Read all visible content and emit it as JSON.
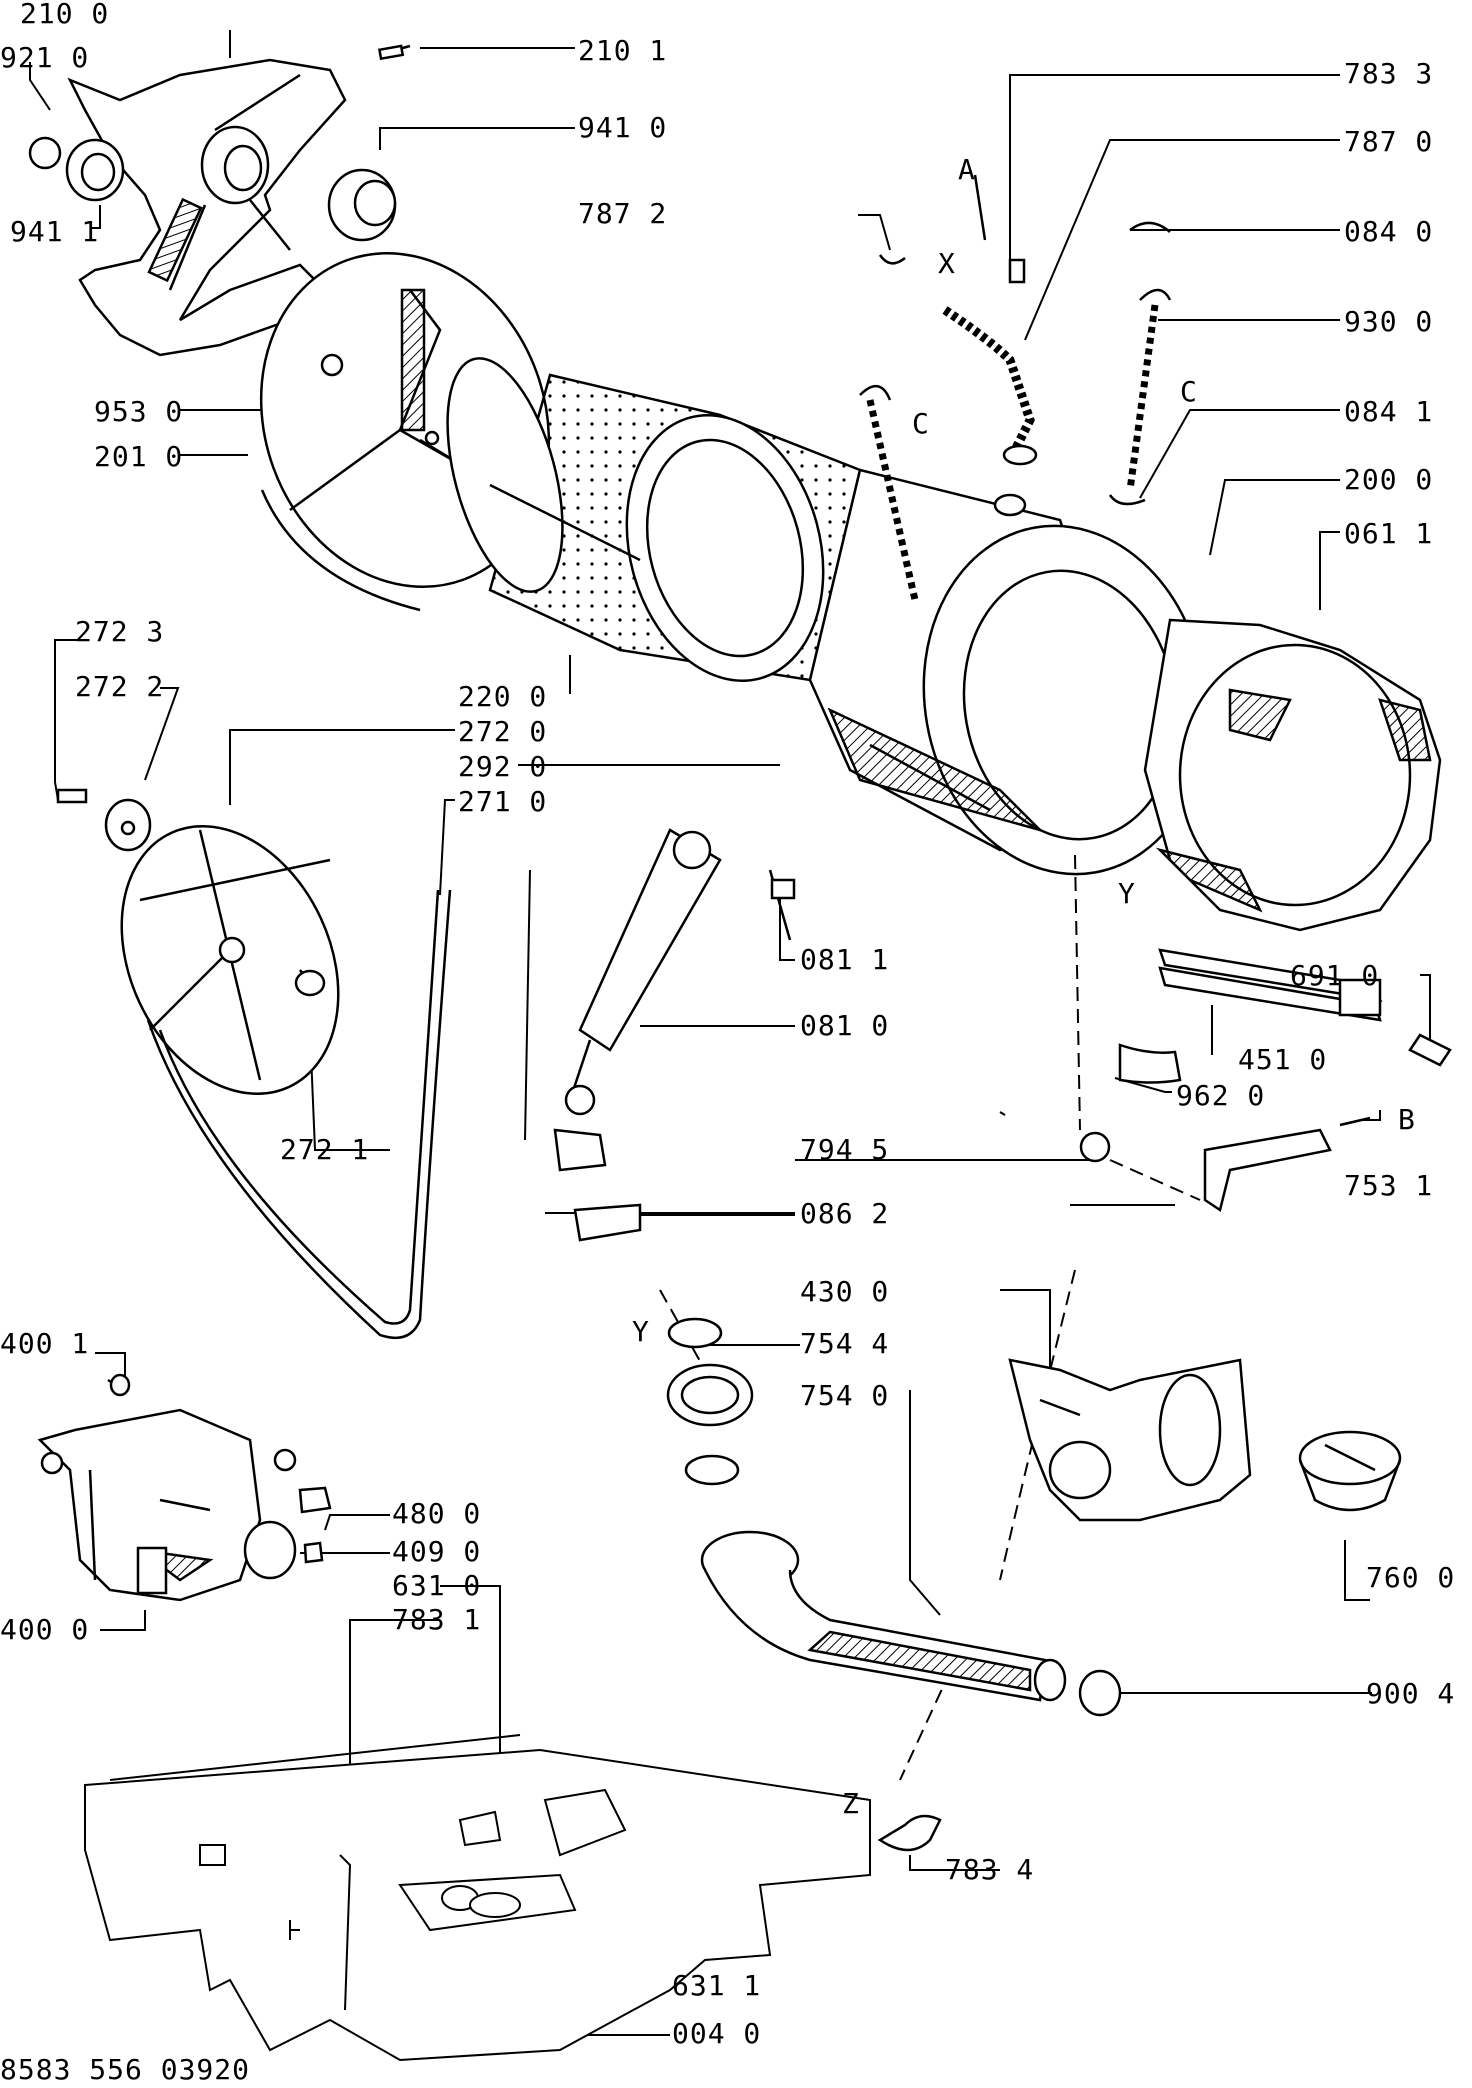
{
  "diagram": {
    "drawing_number": "8583 556 03920",
    "callouts": {
      "p2100": "210 0",
      "p9210": "921 0",
      "p9411": "941 1",
      "p2101": "210 1",
      "p9410": "941 0",
      "p7833": "783 3",
      "p7870": "787 0",
      "p7872": "787 2",
      "p0840": "084 0",
      "p9300": "930 0",
      "p9530": "953 0",
      "p2010": "201 0",
      "p0841": "084 1",
      "p2000": "200 0",
      "p0611": "061 1",
      "p2723": "272 3",
      "p2722": "272 2",
      "p2200": "220 0",
      "p2720": "272 0",
      "p2920": "292 0",
      "p2710": "271 0",
      "p0811": "081 1",
      "p6910": "691 0",
      "p0810": "081 0",
      "p4510": "451 0",
      "p9620": "962 0",
      "p2721": "272 1",
      "p7945": "794 5",
      "p7531": "753 1",
      "p0862": "086 2",
      "p4300": "430 0",
      "p4001": "400 1",
      "p7544": "754 4",
      "p7540": "754 0",
      "p4800": "480 0",
      "p4090": "409 0",
      "p6310": "631 0",
      "p7831": "783 1",
      "p4000": "400 0",
      "p7600": "760 0",
      "p9004": "900 4",
      "p7834": "783 4",
      "p6311": "631 1",
      "p0040": "004 0"
    },
    "markers": {
      "a": "A",
      "b": "B",
      "c1": "C",
      "c2": "C",
      "x": "X",
      "y1": "Y",
      "y2": "Y",
      "z": "Z"
    },
    "colors": {
      "ink": "#000000",
      "paper": "#ffffff"
    }
  }
}
